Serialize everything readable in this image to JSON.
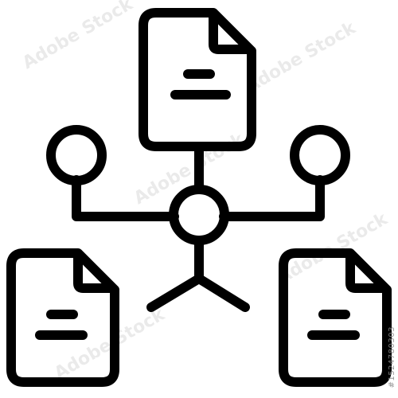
{
  "colors": {
    "stroke": "#000000",
    "background": "#ffffff"
  },
  "icon": {
    "name": "document-network-icon",
    "parts": [
      "document-icon",
      "document-icon",
      "document-icon",
      "node-circle",
      "node-circle",
      "hub-circle"
    ]
  },
  "watermark": {
    "text": "Adobe Stock",
    "id": "#1524780303"
  }
}
